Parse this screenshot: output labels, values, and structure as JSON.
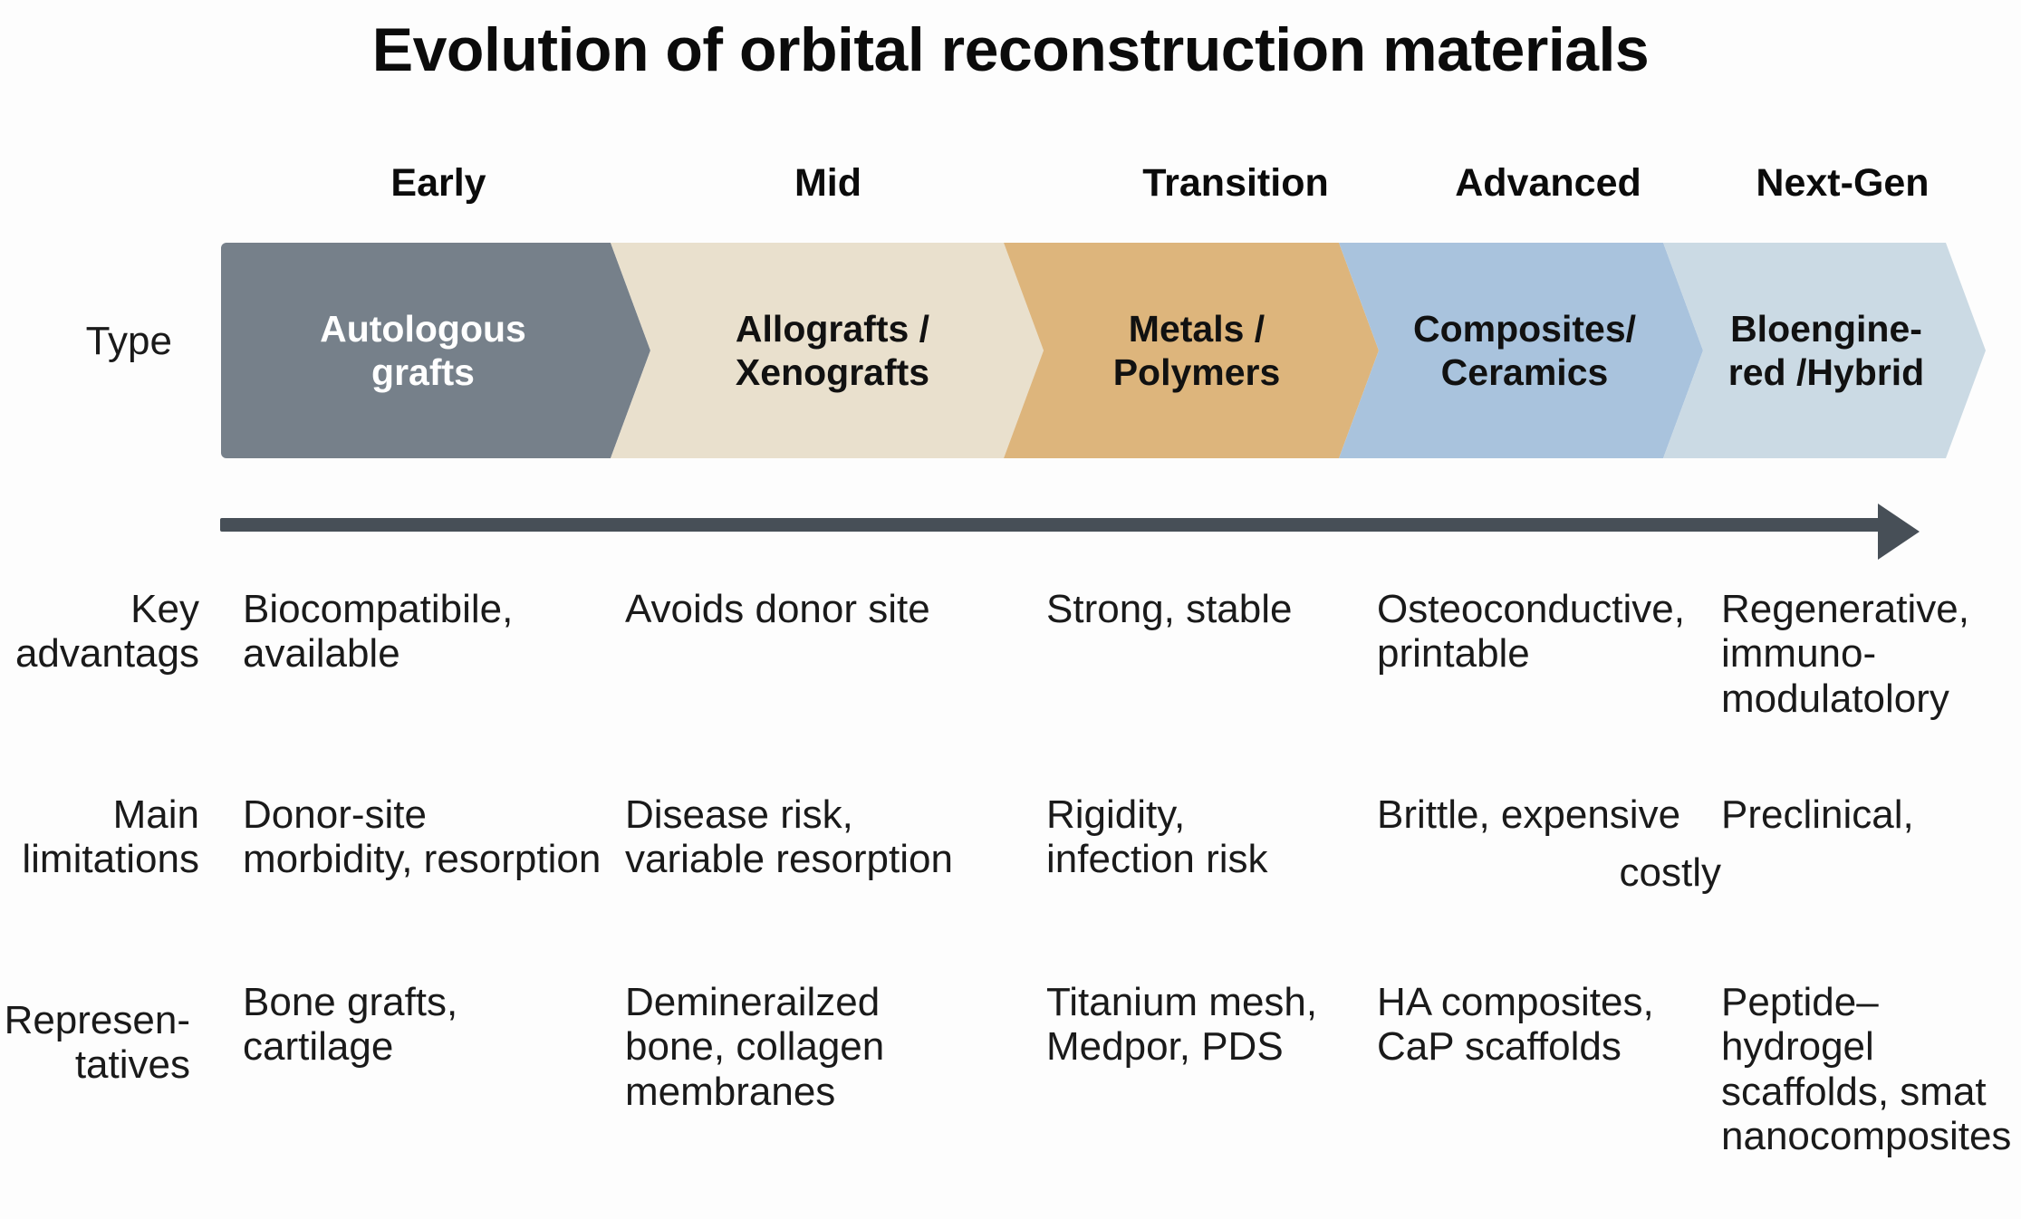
{
  "title": "Evolution of orbital reconstruction materials",
  "colors": {
    "stage1": "#76808a",
    "stage2": "#e9e0cd",
    "stage3": "#ddb57c",
    "stage4": "#a9c3dd",
    "stage5": "#cbdae4",
    "arrow": "#474f57",
    "text_dark": "#1a1a1a",
    "text_light": "#ffffff",
    "background": "#fdfdfd"
  },
  "stage_headers": [
    {
      "label": "Early"
    },
    {
      "label": "Mid"
    },
    {
      "label": "Transition"
    },
    {
      "label": "Advanced"
    },
    {
      "label": "Next-Gen"
    }
  ],
  "row_labels": {
    "type": "Type",
    "key_advantages": "Key\nadvantags",
    "main_limitations": "Main\nlimitations",
    "representatives": "Represen-\ntatives"
  },
  "chart_data": {
    "type": "table",
    "title": "Evolution of orbital reconstruction materials",
    "columns": [
      "Early",
      "Mid",
      "Transition",
      "Advanced",
      "Next-Gen"
    ],
    "rows": [
      {
        "label": "Type",
        "values": [
          "Autologous\ngrafts",
          "Allografts /\nXenografts",
          "Metals /\nPolymers",
          "Composites/\nCeramics",
          "Bloengine-\nred /Hybrid"
        ]
      },
      {
        "label": "Key advantags",
        "values": [
          "Biocompatibile,\navailable",
          "Avoids donor site",
          "Strong, stable",
          "Osteoconductive,\nprintable",
          "Regenerative,\nimmuno-\nmodulatolory"
        ]
      },
      {
        "label": "Main limitations",
        "values": [
          "Donor-site\nmorbidity, resorption",
          "Disease risk,\nvariable resorption",
          "Rigidity,\ninfection risk",
          "Brittle, expensive\ncostly",
          "Preclinical,\ncostly"
        ]
      },
      {
        "label": "Representatives",
        "values": [
          "Bone grafts,\ncartilage",
          "Deminerailzed\nbone, collagen\nmembranes",
          "Titanium mesh,\nMedpor, PDS",
          "HA composites,\nCaP scaffolds",
          "Peptide–\nhydrogel\nscaffolds, smat\nnanocomposites"
        ]
      }
    ]
  },
  "type_band": {
    "stage1_label": "Autologous\ngrafts",
    "stage2_label": "Allografts /\nXenografts",
    "stage3_label": "Metals /\nPolymers",
    "stage4_label": "Composites/\nCeramics",
    "stage5_label": "Bloengine-\nred /Hybrid"
  },
  "advantages": {
    "c1": "Biocompatibile,\navailable",
    "c2": "Avoids donor site",
    "c3": "Strong, stable",
    "c4": "Osteoconductive,\nprintable",
    "c5": "Regenerative,\nimmuno-\nmodulatolory"
  },
  "limitations": {
    "c1": "Donor-site\nmorbidity, resorption",
    "c2": "Disease risk,\nvariable resorption",
    "c3": "Rigidity,\ninfection risk",
    "c4a": "Brittle, expensive",
    "c4b": "costly",
    "c5": "Preclinical,"
  },
  "representatives": {
    "c1": "Bone grafts,\ncartilage",
    "c2": "Deminerailzed\nbone, collagen\nmembranes",
    "c3": "Titanium mesh,\nMedpor, PDS",
    "c4": "HA composites,\nCaP scaffolds",
    "c5": "Peptide–\nhydrogel\nscaffolds, smat\nnanocomposites"
  }
}
